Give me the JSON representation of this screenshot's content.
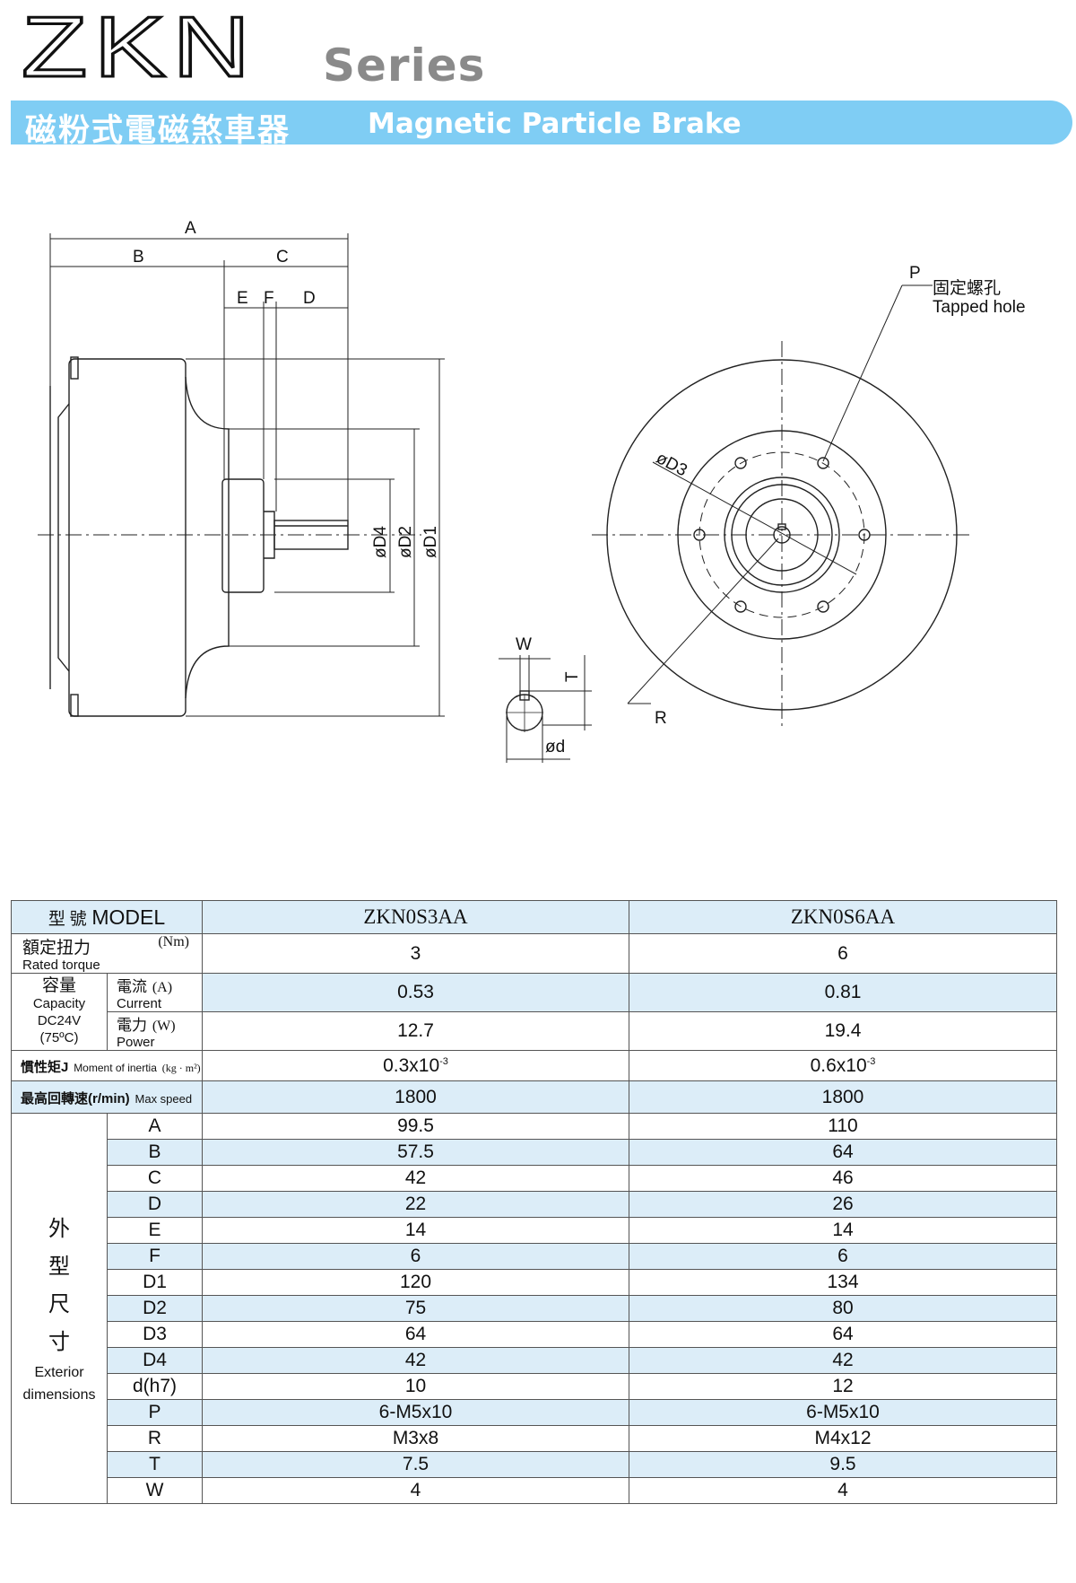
{
  "header": {
    "brand": "ZKN",
    "series": "Series",
    "title_cn": "磁粉式電磁煞車器",
    "title_en": "Magnetic Particle Brake"
  },
  "drawing": {
    "side_labels": [
      "A",
      "B",
      "C",
      "E",
      "F",
      "D"
    ],
    "diameter_labels": [
      "øD4",
      "øD2",
      "øD1"
    ],
    "front_labels": {
      "d3": "øD3",
      "p": "P",
      "tapped_cn": "固定螺孔",
      "tapped_en": "Tapped hole",
      "r": "R"
    },
    "shaft_labels": {
      "w": "W",
      "t": "T",
      "d": "ød"
    }
  },
  "table": {
    "model_label": {
      "cn": "型 號",
      "en": "MODEL"
    },
    "models": [
      "ZKN0S3AA",
      "ZKN0S6AA"
    ],
    "torque": {
      "cn": "額定扭力",
      "en": "Rated torque",
      "unit": "(Nm)",
      "values": [
        "3",
        "6"
      ]
    },
    "capacity": {
      "cn": "容量",
      "en": "Capacity",
      "voltage": "DC24V",
      "temp": "(75ºC)",
      "current": {
        "cn": "電流",
        "unit": "(A)",
        "en": "Current",
        "values": [
          "0.53",
          "0.81"
        ]
      },
      "power": {
        "cn": "電力",
        "unit": "(W)",
        "en": "Power",
        "values": [
          "12.7",
          "19.4"
        ]
      }
    },
    "inertia": {
      "cn": "慣性矩J",
      "en": "Moment of inertia",
      "unit": "(kg · m²)",
      "values": [
        {
          "base": "0.3x10",
          "exp": "-3"
        },
        {
          "base": "0.6x10",
          "exp": "-3"
        }
      ]
    },
    "max_speed": {
      "cn": "最高回轉速(r/min)",
      "en": "Max speed",
      "values": [
        "1800",
        "1800"
      ]
    },
    "exterior": {
      "cn": [
        "外",
        "型",
        "尺",
        "寸"
      ],
      "en": [
        "Exterior",
        "dimensions"
      ],
      "rows": [
        {
          "key": "A",
          "values": [
            "99.5",
            "110"
          ]
        },
        {
          "key": "B",
          "values": [
            "57.5",
            "64"
          ]
        },
        {
          "key": "C",
          "values": [
            "42",
            "46"
          ]
        },
        {
          "key": "D",
          "values": [
            "22",
            "26"
          ]
        },
        {
          "key": "E",
          "values": [
            "14",
            "14"
          ]
        },
        {
          "key": "F",
          "values": [
            "6",
            "6"
          ]
        },
        {
          "key": "D1",
          "values": [
            "120",
            "134"
          ]
        },
        {
          "key": "D2",
          "values": [
            "75",
            "80"
          ]
        },
        {
          "key": "D3",
          "values": [
            "64",
            "64"
          ]
        },
        {
          "key": "D4",
          "values": [
            "42",
            "42"
          ]
        },
        {
          "key": "d(h7)",
          "values": [
            "10",
            "12"
          ]
        },
        {
          "key": "P",
          "values": [
            "6-M5x10",
            "6-M5x10"
          ]
        },
        {
          "key": "R",
          "values": [
            "M3x8",
            "M4x12"
          ]
        },
        {
          "key": "T",
          "values": [
            "7.5",
            "9.5"
          ]
        },
        {
          "key": "W",
          "values": [
            "4",
            "4"
          ]
        }
      ]
    }
  }
}
